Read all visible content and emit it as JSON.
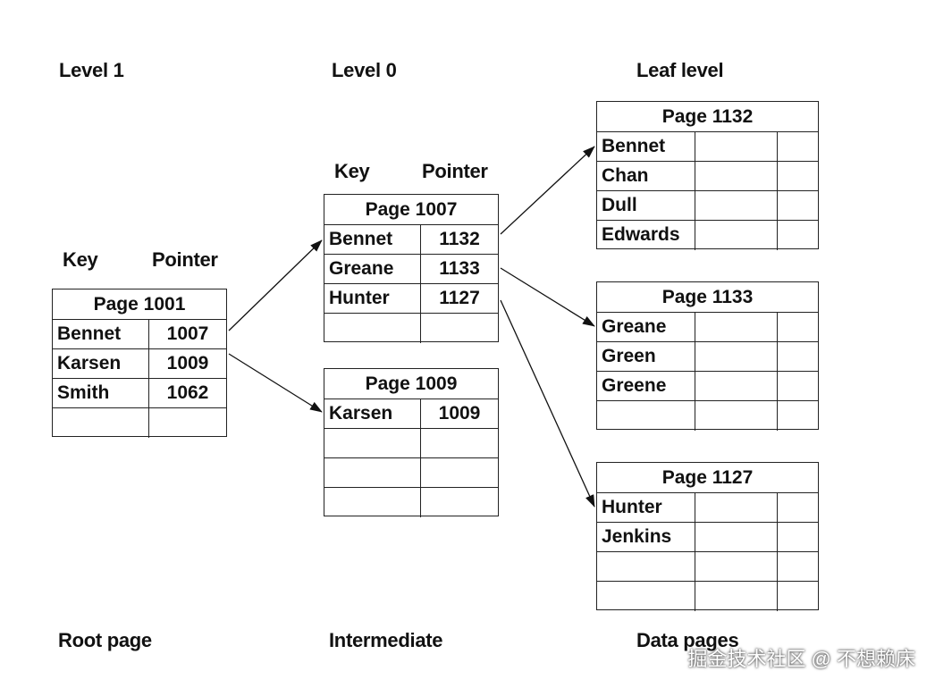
{
  "levels": {
    "level1": "Level 1",
    "level0": "Level 0",
    "leaf": "Leaf level"
  },
  "captions": {
    "root": "Root page",
    "intermediate": "Intermediate",
    "data": "Data pages"
  },
  "headers": {
    "root": {
      "key": "Key",
      "pointer": "Pointer"
    },
    "intermediate": {
      "key": "Key",
      "pointer": "Pointer"
    }
  },
  "root_page": {
    "title": "Page 1001",
    "rows": [
      {
        "key": "Bennet",
        "pointer": "1007"
      },
      {
        "key": "Karsen",
        "pointer": "1009"
      },
      {
        "key": "Smith",
        "pointer": "1062"
      },
      {
        "key": "",
        "pointer": ""
      }
    ]
  },
  "intermediate_pages": [
    {
      "title": "Page 1007",
      "rows": [
        {
          "key": "Bennet",
          "pointer": "1132"
        },
        {
          "key": "Greane",
          "pointer": "1133"
        },
        {
          "key": "Hunter",
          "pointer": "1127"
        },
        {
          "key": "",
          "pointer": ""
        }
      ]
    },
    {
      "title": "Page 1009",
      "rows": [
        {
          "key": "Karsen",
          "pointer": "1009"
        },
        {
          "key": "",
          "pointer": ""
        },
        {
          "key": "",
          "pointer": ""
        },
        {
          "key": "",
          "pointer": ""
        }
      ]
    }
  ],
  "leaf_pages": [
    {
      "title": "Page 1132",
      "rows": [
        "Bennet",
        "Chan",
        "Dull",
        "Edwards"
      ]
    },
    {
      "title": "Page 1133",
      "rows": [
        "Greane",
        "Green",
        "Greene",
        ""
      ]
    },
    {
      "title": "Page 1127",
      "rows": [
        "Hunter",
        "Jenkins",
        "",
        ""
      ]
    }
  ],
  "watermark": "掘金技术社区 @ 不想赖床"
}
